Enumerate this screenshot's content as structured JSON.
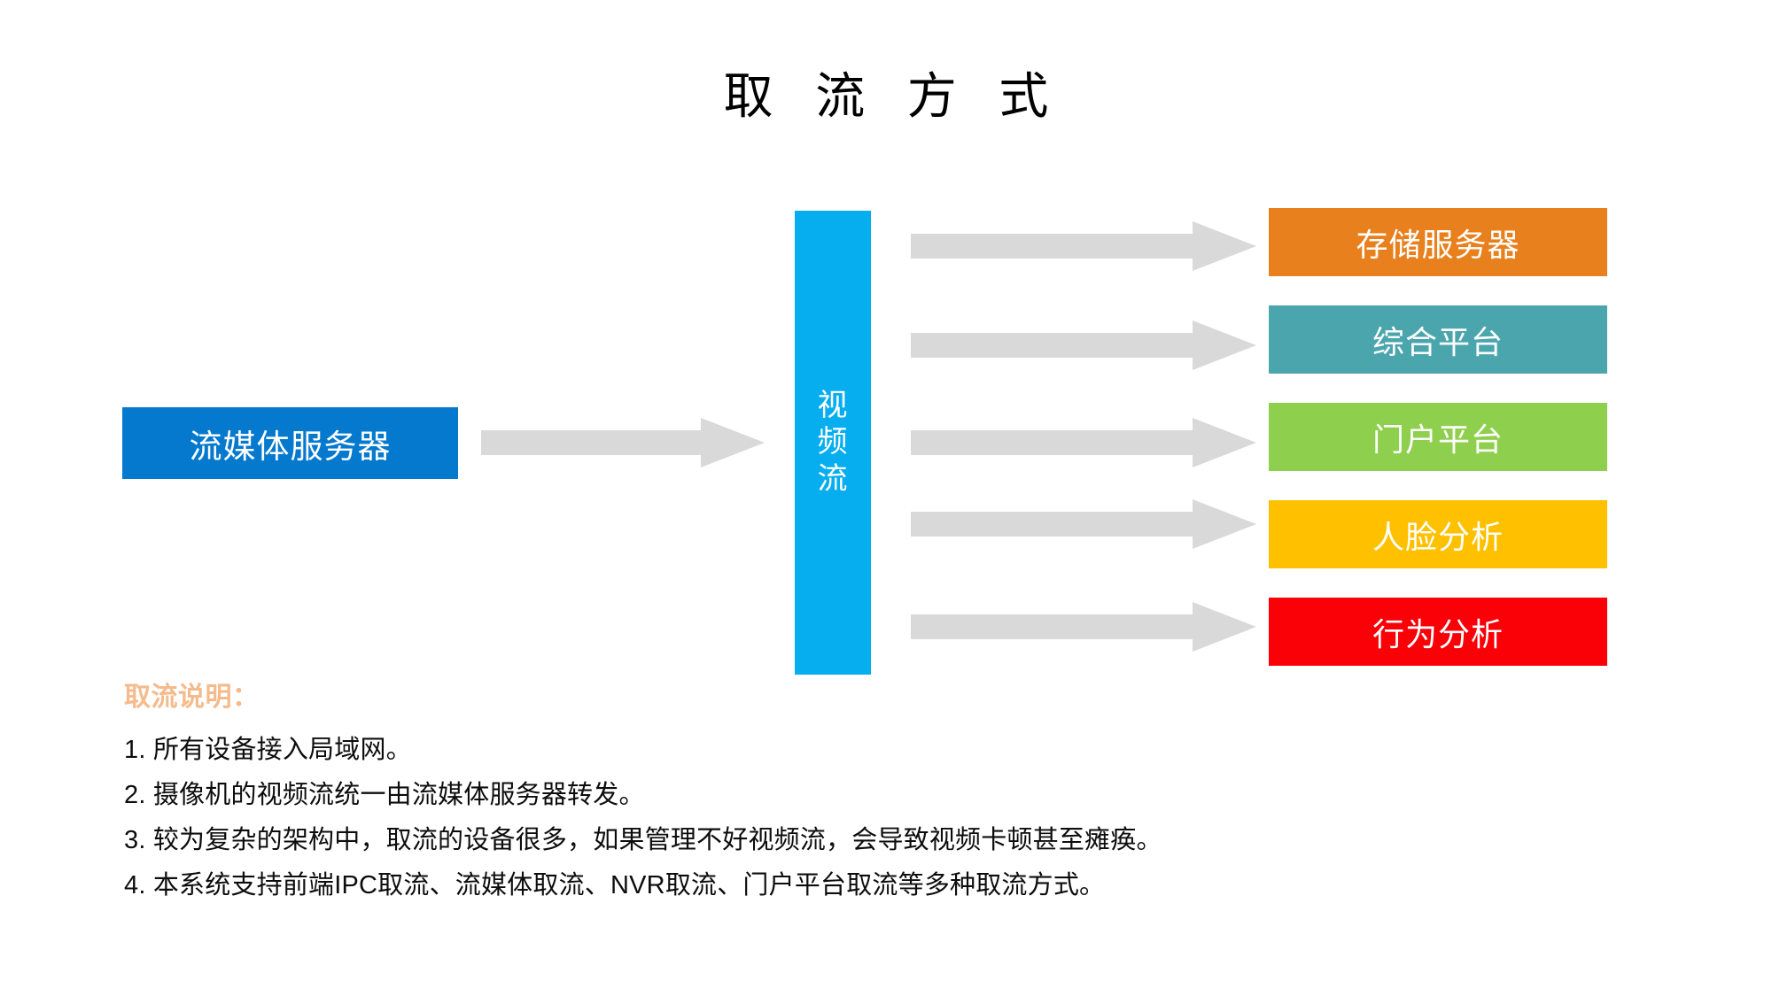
{
  "slide": {
    "title": "取 流 方 式"
  },
  "diagram": {
    "source": {
      "label": "流媒体服务器",
      "color": "#0479ce"
    },
    "stream": {
      "label": "视频流",
      "chars": [
        "视",
        "频",
        "流"
      ],
      "color": "#06aeef"
    },
    "arrow_color": "#d9d9d9",
    "targets": [
      {
        "label": "存储服务器",
        "color": "#e8801d"
      },
      {
        "label": "综合平台",
        "color": "#4ba5ad"
      },
      {
        "label": "门户平台",
        "color": "#8ed04d"
      },
      {
        "label": "人脸分析",
        "color": "#ffc000"
      },
      {
        "label": "行为分析",
        "color": "#fa0007"
      }
    ]
  },
  "notes": {
    "heading": "取流说明：",
    "items": [
      "1. 所有设备接入局域网。",
      "2. 摄像机的视频流统一由流媒体服务器转发。",
      "3. 较为复杂的架构中，取流的设备很多，如果管理不好视频流，会导致视频卡顿甚至瘫痪。",
      "4. 本系统支持前端IPC取流、流媒体取流、NVR取流、门户平台取流等多种取流方式。"
    ]
  }
}
